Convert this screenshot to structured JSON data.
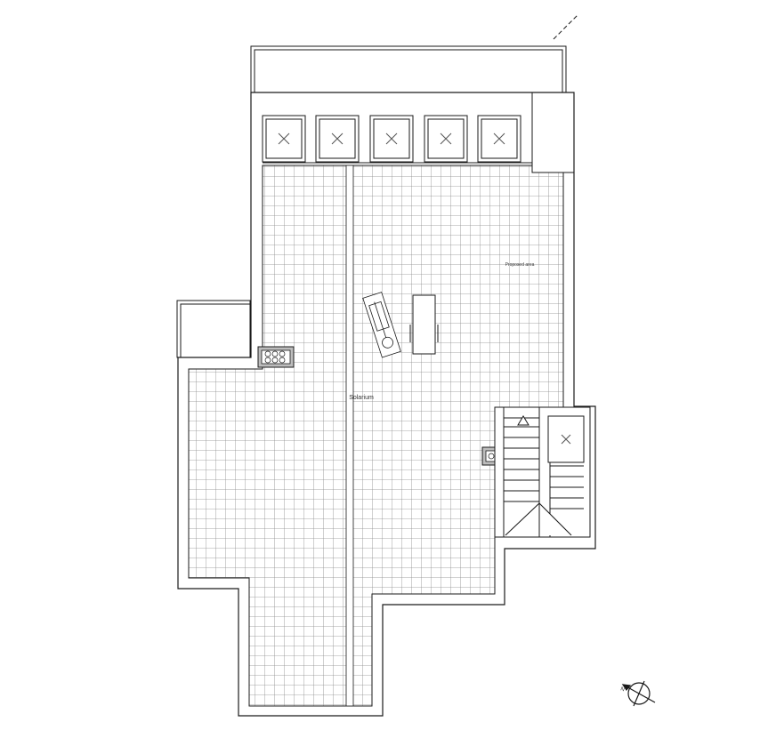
{
  "plan": {
    "room_labels": {
      "solarium": "Solarium",
      "terrace": "Proposed area"
    },
    "compass": {
      "north_label": "N"
    },
    "colors": {
      "line": "#1a1a1a",
      "grid": "#8a8a8a",
      "background": "#ffffff"
    }
  }
}
